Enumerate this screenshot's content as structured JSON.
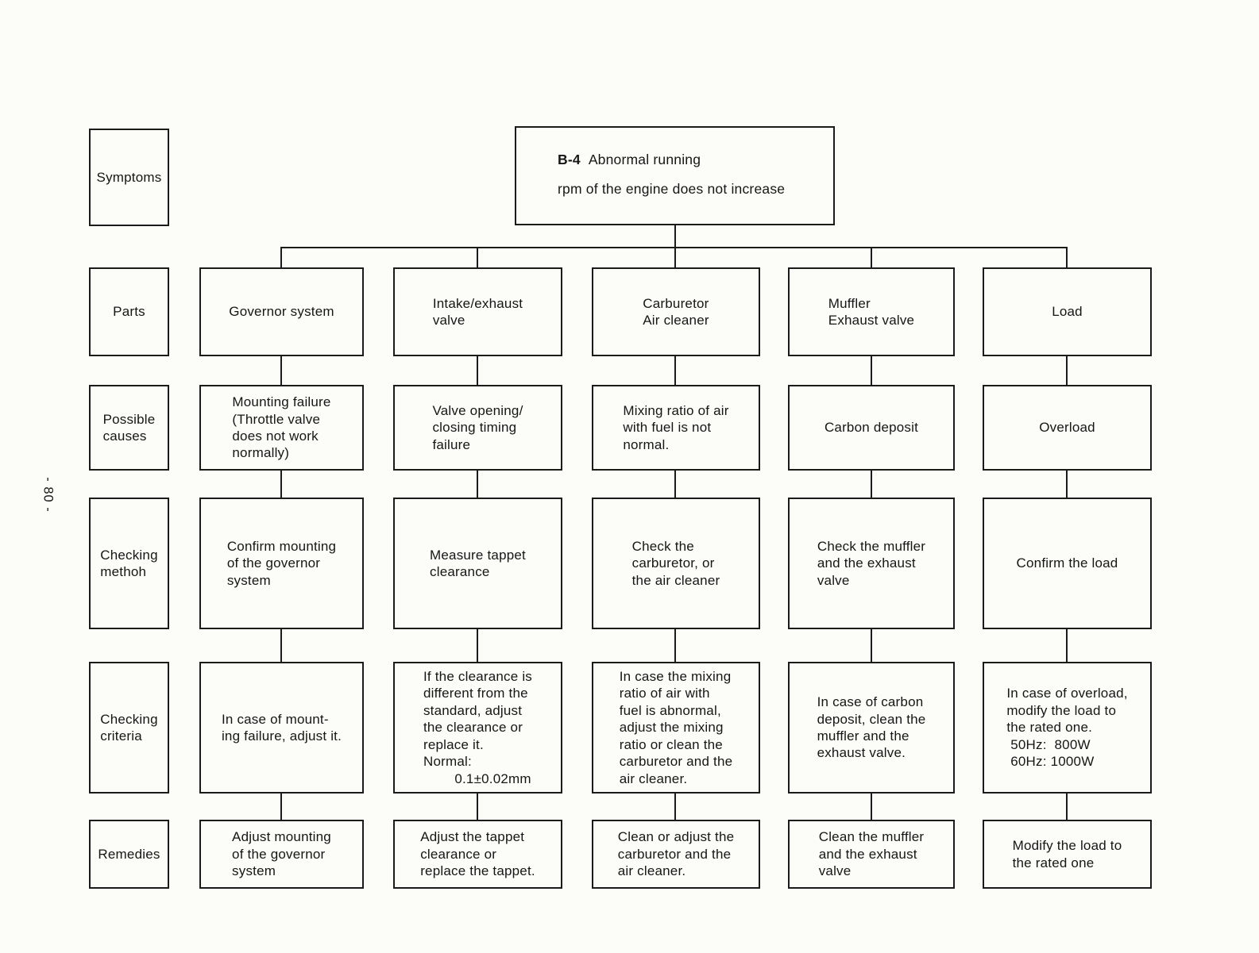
{
  "page": {
    "number": "- 80 -"
  },
  "header": {
    "code": "B-4",
    "title": "Abnormal running",
    "subtitle": "rpm of the engine does not increase"
  },
  "row_labels": {
    "symptoms": "Symptoms",
    "parts": "Parts",
    "causes": "Possible\ncauses",
    "method": "Checking\nmethoh",
    "criteria": "Checking\ncriteria",
    "remedies": "Remedies"
  },
  "columns": [
    {
      "part": "Governor system",
      "cause": "Mounting failure\n(Throttle valve\ndoes not work\nnormally)",
      "method": "Confirm mounting\nof the governor\nsystem",
      "criteria": "In case of mount-\ning failure, adjust it.",
      "remedy": "Adjust mounting\nof the governor\nsystem"
    },
    {
      "part": "Intake/exhaust\nvalve",
      "cause": "Valve opening/\nclosing timing\nfailure",
      "method": "Measure tappet\nclearance",
      "criteria": "If the clearance is\ndifferent from the\nstandard, adjust\nthe clearance or\nreplace it.\nNormal:\n        0.1±0.02mm",
      "remedy": "Adjust the tappet\nclearance or\nreplace the tappet."
    },
    {
      "part": "Carburetor\nAir cleaner",
      "cause": "Mixing ratio of air\nwith fuel is not\nnormal.",
      "method": "Check the\ncarburetor, or\nthe air cleaner",
      "criteria": "In case the mixing\nratio of air with\nfuel is abnormal,\nadjust the mixing\nratio or clean the\ncarburetor and the\nair cleaner.",
      "remedy": "Clean or adjust the\ncarburetor and the\nair cleaner."
    },
    {
      "part": "Muffler\nExhaust valve",
      "cause": "Carbon deposit",
      "method": "Check the muffler\nand the exhaust\nvalve",
      "criteria": "In case of carbon\ndeposit, clean the\nmuffler and the\nexhaust valve.",
      "remedy": "Clean the muffler\nand the exhaust\nvalve"
    },
    {
      "part": "Load",
      "cause": "Overload",
      "method": "Confirm the load",
      "criteria": "In case of overload,\nmodify the load to\nthe rated one.\n 50Hz:  800W\n 60Hz: 1000W",
      "remedy": "Modify the load to\nthe rated one"
    }
  ]
}
